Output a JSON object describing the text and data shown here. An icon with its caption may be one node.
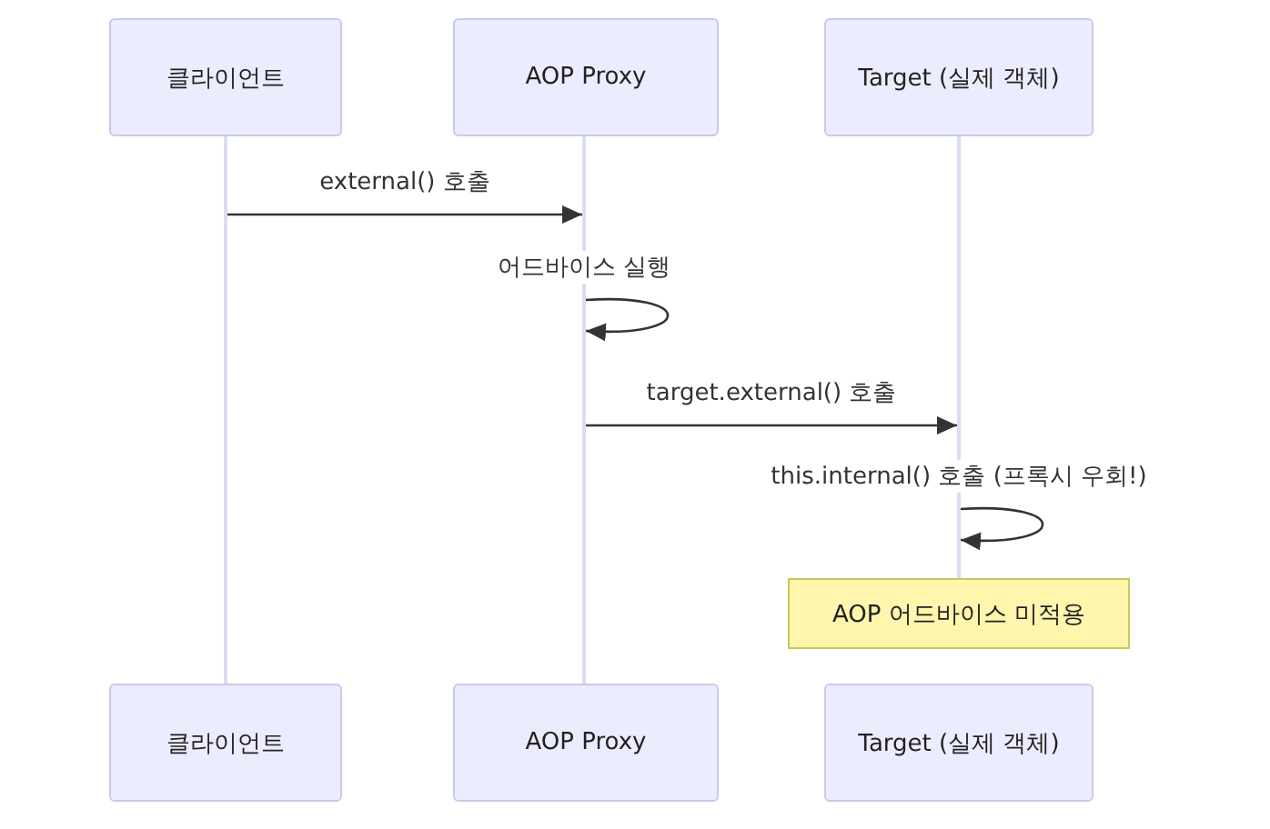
{
  "diagram": {
    "nodes": [
      {
        "text": [
          "클라이언트"
        ]
      },
      {
        "text": [
          "AOP Proxy"
        ]
      },
      {
        "text": [
          "Target (실제 객체)"
        ]
      },
      {
        "text": [],
        "shape": "bar"
      },
      {
        "text": [],
        "shape": "bar"
      },
      {
        "text": [],
        "shape": "bar"
      },
      {
        "text": [
          "AOP 어드바이스 미적용"
        ]
      },
      {
        "text": [
          "클라이언트"
        ]
      },
      {
        "text": [
          "AOP Proxy"
        ]
      },
      {
        "text": [
          "Target (실제 객체)"
        ]
      }
    ],
    "edges": [
      {
        "from": 3,
        "to": 4,
        "arrow": "to",
        "label": "external() 호출"
      },
      {
        "from": 4,
        "to": 4,
        "arrow": "to",
        "label": "어드바이스 실행"
      },
      {
        "from": 4,
        "to": 5,
        "arrow": "to",
        "label": "target.external() 호출"
      },
      {
        "from": 5,
        "to": 5,
        "arrow": "to",
        "label": "this.internal() 호출 (프록시 우회!)"
      }
    ]
  }
}
